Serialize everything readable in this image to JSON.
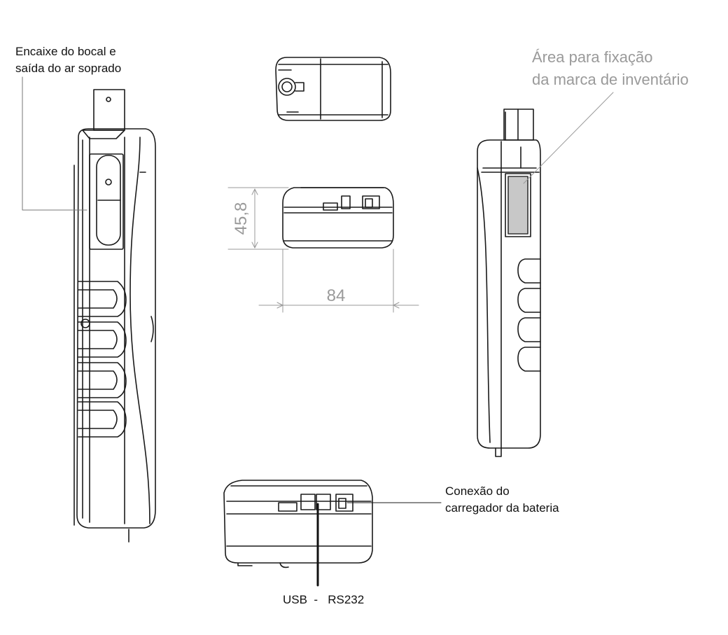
{
  "labels": {
    "mouthpiece": [
      "Encaixe do bocal e",
      "saída do ar soprado"
    ],
    "inventory": [
      "Área para fixação",
      "da marca de inventário"
    ],
    "charger": [
      "Conexão do",
      "carregador da bateria"
    ],
    "ports": "USB  -   RS232"
  },
  "dimensions": {
    "height": "45,8",
    "width": "84"
  },
  "colors": {
    "line": "#1a1a1a",
    "dim": "#9a9a9a"
  }
}
